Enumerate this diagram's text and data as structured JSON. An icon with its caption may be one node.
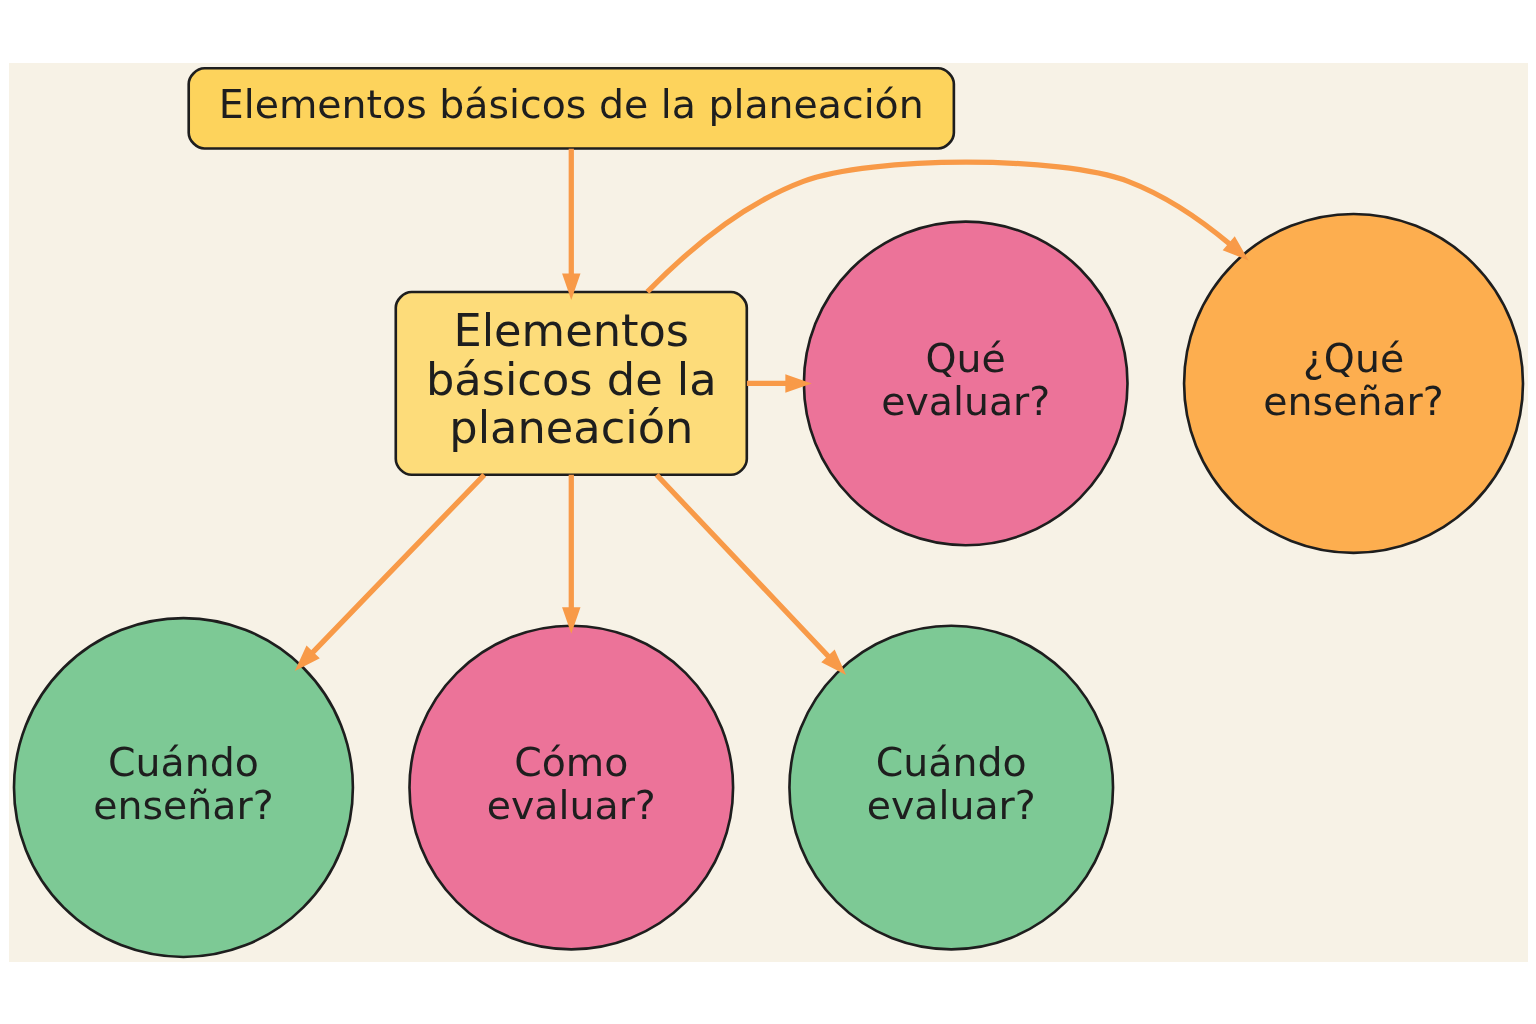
{
  "diagram": {
    "nodes": [
      {
        "text": [
          "Elementos básicos de la planeación"
        ]
      },
      {
        "text": [
          "Elementos básicos de la planeación"
        ]
      },
      {
        "text": [
          "¿Qué enseñar?"
        ]
      },
      {
        "text": [
          "Qué evaluar?"
        ]
      },
      {
        "text": [
          "Cuándo enseñar?"
        ]
      },
      {
        "text": [
          "Cómo evaluar?"
        ]
      },
      {
        "text": [
          "Cuándo evaluar?"
        ]
      }
    ],
    "edges": [
      {
        "from": 0,
        "to": 1,
        "arrow": "to"
      },
      {
        "from": 1,
        "to": 2,
        "arrow": "to"
      },
      {
        "from": 1,
        "to": 3,
        "arrow": "to"
      },
      {
        "from": 1,
        "to": 4,
        "arrow": "to"
      },
      {
        "from": 1,
        "to": 5,
        "arrow": "to"
      },
      {
        "from": 1,
        "to": 6,
        "arrow": "to"
      }
    ]
  }
}
